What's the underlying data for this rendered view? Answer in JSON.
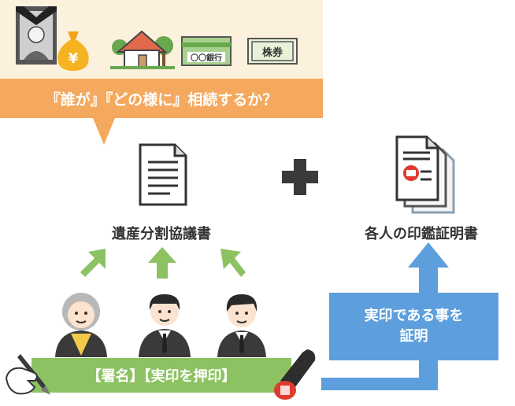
{
  "icons": {
    "frame_portrait": "portrait-frame-icon",
    "money_bag": "money-bag-icon",
    "money_symbol": "¥",
    "house": "house-icon",
    "bankbook": "bankbook-icon",
    "bank_text": "〇〇銀行",
    "stock": "stock-certificate-icon",
    "stock_text": "株券"
  },
  "banner": {
    "text": "『誰が』『どの様に』相続するか？"
  },
  "documents": {
    "left_label": "遺産分割協議書",
    "right_label": "各人の印鑑証明書"
  },
  "bottom_bar": {
    "text": "【署名】【実印を押印】"
  },
  "blue_box": {
    "line1": "実印である事を",
    "line2": "証明"
  },
  "colors": {
    "panel_bg": "#fcf1dc",
    "banner": "#f4a95e",
    "green": "#8dc263",
    "blue": "#5d9fdc",
    "dark": "#3a3a3a"
  }
}
